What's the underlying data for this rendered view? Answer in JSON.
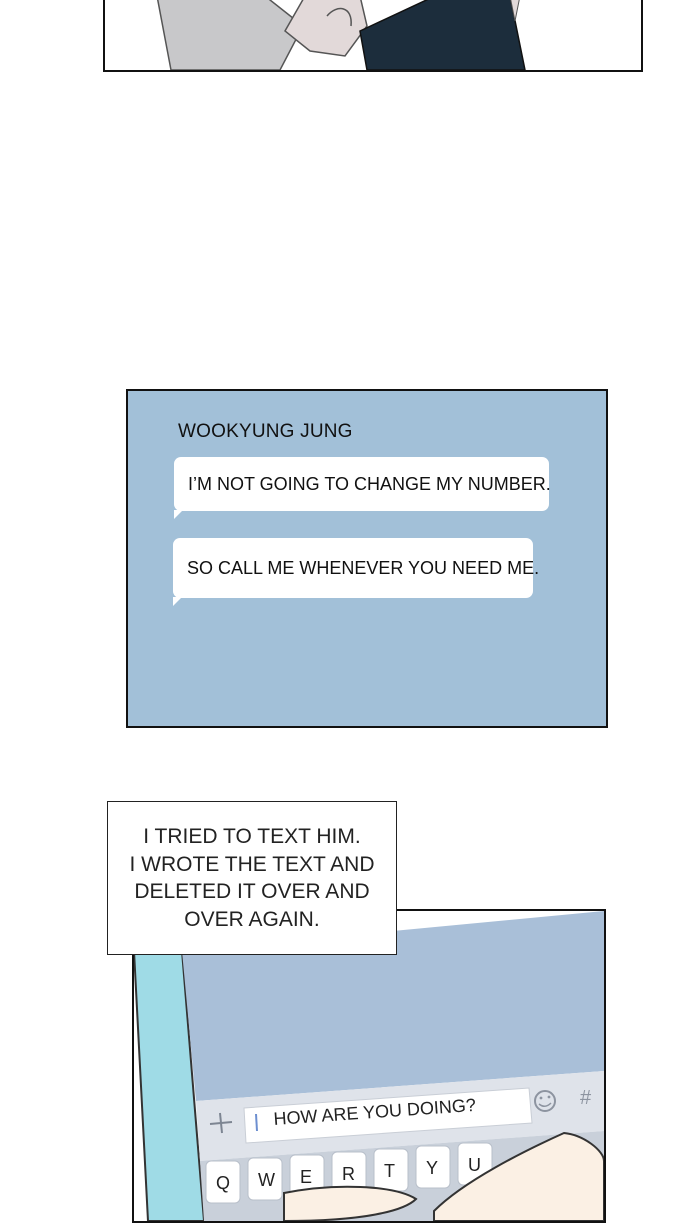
{
  "chat": {
    "sender": "WOOKYUNG JUNG",
    "messages": [
      "I’M NOT GOING TO CHANGE MY NUMBER.",
      "SO CALL ME WHENEVER YOU NEED ME."
    ]
  },
  "caption": {
    "lines": [
      "I TRIED TO TEXT HIM.",
      "I WROTE THE TEXT AND",
      "DELETED IT OVER AND",
      "OVER AGAIN."
    ]
  },
  "phone": {
    "input_text": "HOW ARE YOU DOING?",
    "icons": [
      "plus-icon",
      "emoji-icon",
      "hash-icon"
    ],
    "keyboard_keys": [
      "Q",
      "W",
      "E",
      "R",
      "T",
      "Y",
      "U"
    ]
  },
  "colors": {
    "chat_background": "#a2c0d8",
    "phone_screen": "#a9bfd8",
    "phone_case": "#9fdbe6",
    "skin": "#fbf0e4"
  }
}
